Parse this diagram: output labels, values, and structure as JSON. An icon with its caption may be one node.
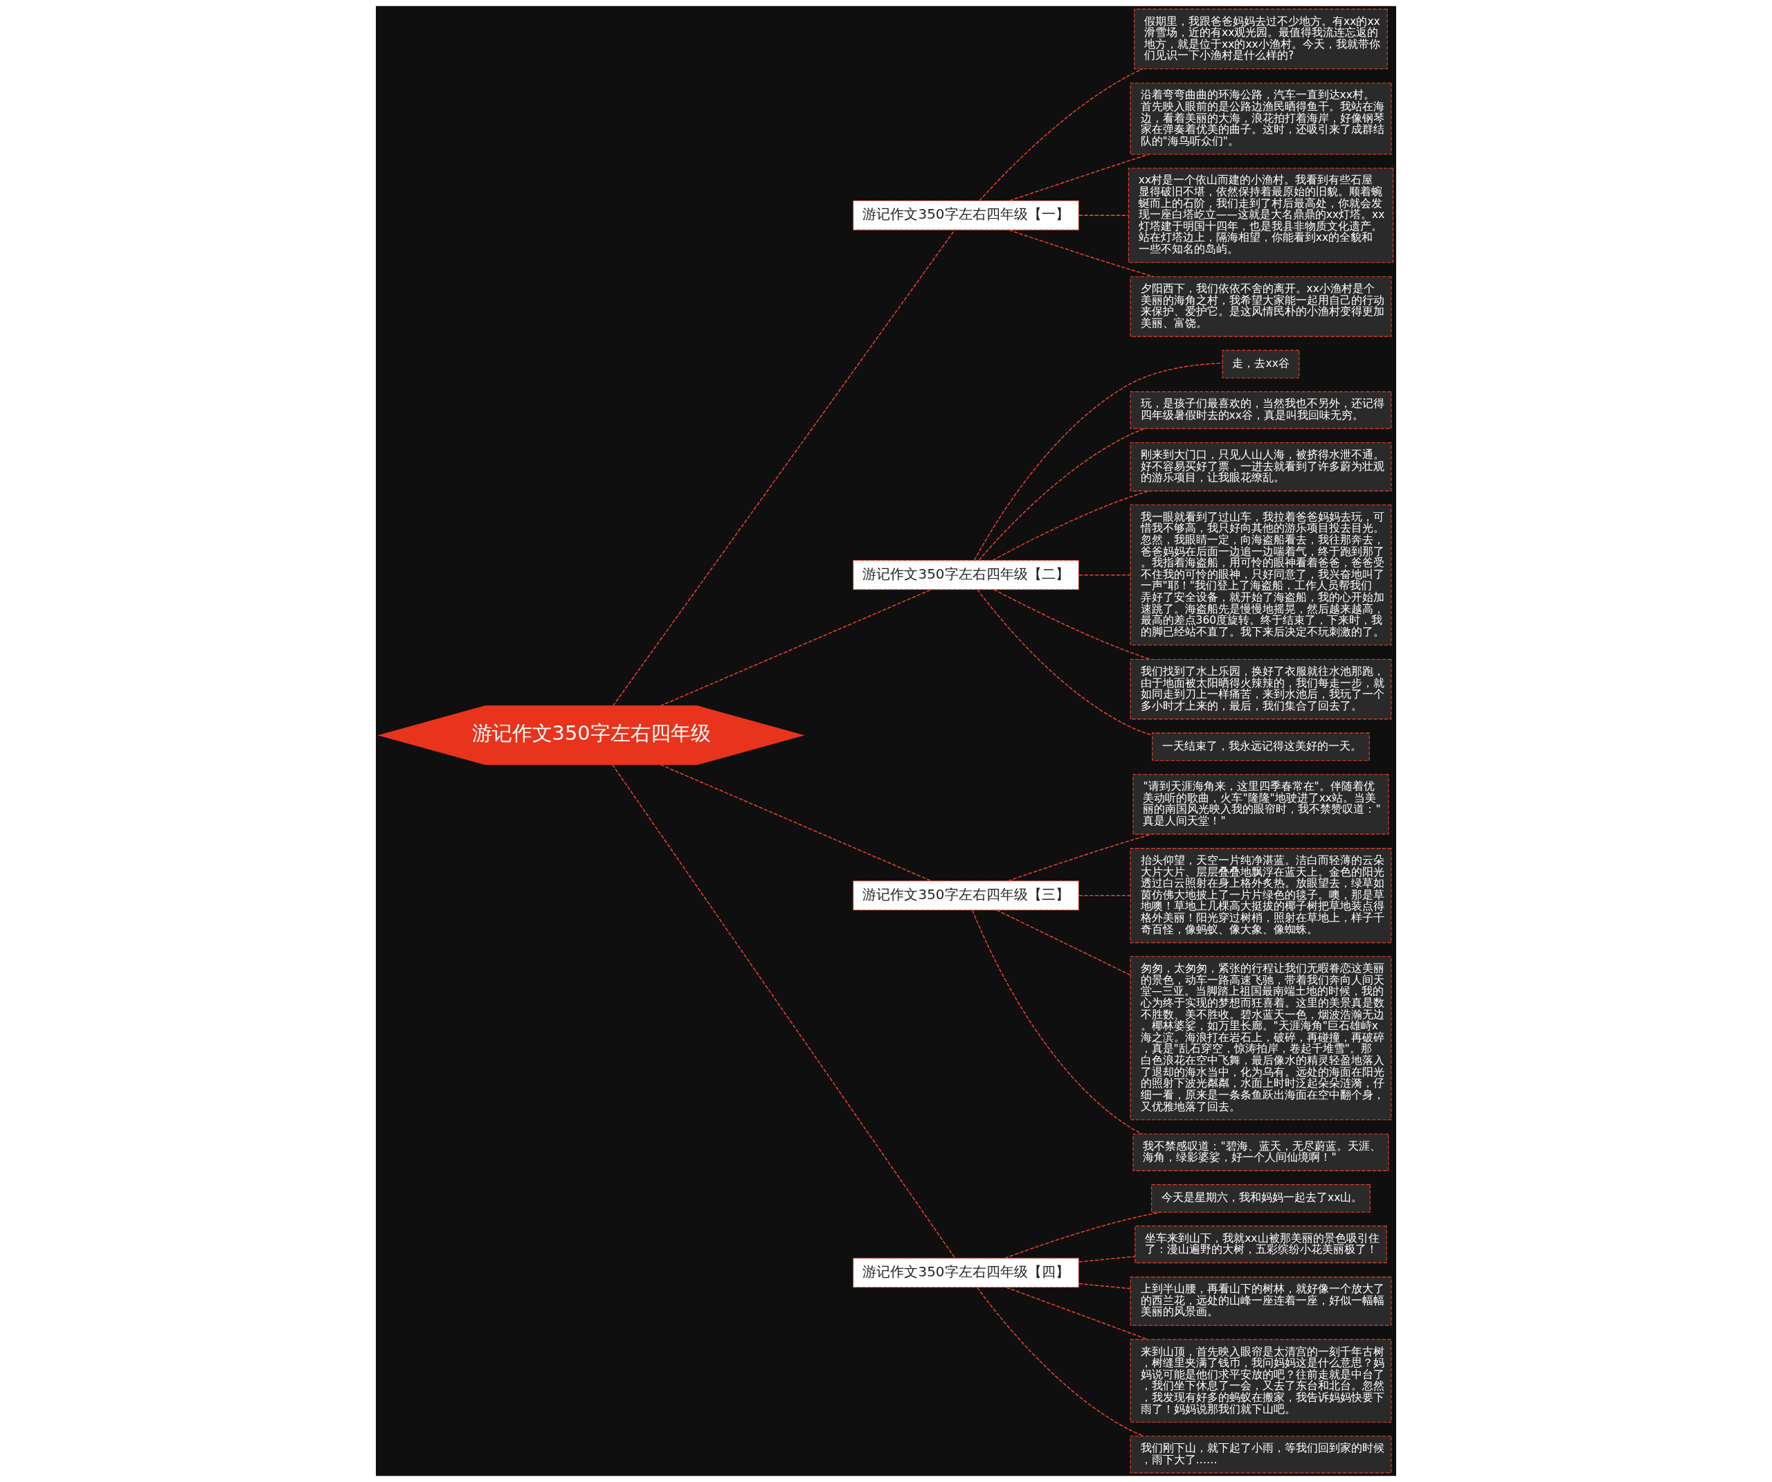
{
  "diagram": {
    "nodes": [
      {
        "text": [
          "游记作文350字左右四年级"
        ]
      },
      {
        "text": [
          "游记作文350字左右四年级【一】"
        ]
      },
      {
        "text": [
          "假期里，我跟爸爸妈妈去过不少地方。有xx的xx滑雪场，近的有xx观光园。最值得我流连忘返的地方，就是位于xx的xx小渔村。今天，我就带你们见识一下小渔村是什么样的?"
        ]
      },
      {
        "text": [
          "沿着弯弯曲曲的环海公路，汽车一直到达xx村。首先映入眼前的是公路边渔民晒得鱼干。我站在海边，看着美丽的大海，浪花拍打着海岸，好像钢琴家在弹奏着优美的曲子。这时，还吸引来了成群结队的\"海鸟听众们\"。"
        ]
      },
      {
        "text": [
          "xx村是一个依山而建的小渔村。我看到有些石屋显得破旧不堪，依然保持着最原始的旧貌。顺着蜿蜒而上的石阶，我们走到了村后最高处，你就会发现一座白塔屹立——这就是大名鼎鼎的xx灯塔。xx灯塔建于明国十四年，也是我县非物质文化遗产。站在灯塔边上，隔海相望，你能看到xx的全貌和一些不知名的岛屿。"
        ]
      },
      {
        "text": [
          "夕阳西下，我们依依不舍的离开。xx小渔村是个美丽的海角之村，我希望大家能一起用自己的行动来保护、爱护它。是这风情民朴的小渔村变得更加美丽、富饶。"
        ]
      },
      {
        "text": [
          "游记作文350字左右四年级【二】"
        ]
      },
      {
        "text": [
          "走，去xx谷"
        ]
      },
      {
        "text": [
          "玩，是孩子们最喜欢的，当然我也不另外，还记得四年级暑假时去的xx谷，真是叫我回味无穷。"
        ]
      },
      {
        "text": [
          "刚来到大门口，只见人山人海，被挤得水泄不通。好不容易买好了票，一进去就看到了许多蔚为壮观的游乐项目，让我眼花缭乱。"
        ]
      },
      {
        "text": [
          "我一眼就看到了过山车，我拉着爸爸妈妈去玩，可惜我不够高，我只好向其他的游乐项目投去目光。忽然，我眼睛一定，向海盗船看去，我往那奔去，爸爸妈妈在后面一边追一边喘着气，终于跑到那了。我指着海盗船，用可怜的眼神看着爸爸，爸爸受不住我的可怜的眼神，只好同意了，我兴奋地叫了一声\"耶！\"我们登上了海盗船，工作人员帮我们弄好了安全设备，就开始了海盗船，我的心开始加速跳了。海盗船先是慢慢地摇晃，然后越来越高，最高的差点360度旋转。终于结束了，下来时，我的脚已经站不直了。我下来后决定不玩刺激的了。"
        ]
      },
      {
        "text": [
          "我们找到了水上乐园，换好了衣服就往水池那跑，由于地面被太阳晒得火辣辣的，我们每走一步，就如同走到刀上一样痛苦，来到水池后，我玩了一个多小时才上来的，最后，我们集合了回去了。"
        ]
      },
      {
        "text": [
          "一天结束了，我永远记得这美好的一天。"
        ]
      },
      {
        "text": [
          "游记作文350字左右四年级【三】"
        ]
      },
      {
        "text": [
          "\"请到天涯海角来，这里四季春常在\"。伴随着优美动听的歌曲，火车\"隆隆\"地驶进了xx站。当美丽的南国风光映入我的眼帘时，我不禁赞叹道：\"真是人间天堂！\""
        ]
      },
      {
        "text": [
          "抬头仰望，天空一片纯净湛蓝。洁白而轻薄的云朵大片大片、层层叠叠地飘浮在蓝天上。金色的阳光透过白云照射在身上格外炙热。放眼望去，绿草如茵仿佛大地披上了一片片绿色的毯子。噢，那是草地噢！草地上几棵高大挺拔的椰子树把草地装点得格外美丽！阳光穿过树梢，照射在草地上，样子千奇百怪，像蚂蚁、像大象、像蜘蛛。"
        ]
      },
      {
        "text": [
          "匆匆，太匆匆，紧张的行程让我们无暇眷恋这美丽的景色，动车一路高速飞驰，带着我们奔向人间天堂—三亚。当脚踏上祖国最南端土地的时候，我的心为终于实现的梦想而狂喜着。这里的美景真是数不胜数、美不胜收。碧水蓝天一色，烟波浩瀚无边。椰林婆娑，如万里长廊。\"天涯海角\"巨石雄峙x海之滨。海浪打在岩石上，破碎，再碰撞，再破碎，真是\"乱石穿空，惊涛拍岸，卷起千堆雪\"。那白色浪花在空中飞舞，最后像水的精灵轻盈地落入了退却的海水当中，化为乌有。远处的海面在阳光的照射下波光粼粼，水面上时时泛起朵朵涟漪，仔细一看，原来是一条条鱼跃出海面在空中翻个身，又优雅地落了回去。"
        ]
      },
      {
        "text": [
          "我不禁感叹道：\"碧海、蓝天，无尽蔚蓝。天涯、海角，绿影婆娑，好一个人间仙境啊！\""
        ]
      },
      {
        "text": [
          "游记作文350字左右四年级【四】"
        ]
      },
      {
        "text": [
          "今天是星期六，我和妈妈一起去了xx山。"
        ]
      },
      {
        "text": [
          "坐车来到山下，我就xx山被那美丽的景色吸引住了：漫山遍野的大树，五彩缤纷小花美丽极了！"
        ]
      },
      {
        "text": [
          "上到半山腰，再看山下的树林，就好像一个放大了的西兰花，远处的山峰一座连着一座，好似一幅幅美丽的风景画。"
        ]
      },
      {
        "text": [
          "来到山顶，首先映入眼帘是太清宫的一刻千年古树，树缝里夹满了钱币，我问妈妈这是什么意思？妈妈说可能是他们求平安放的吧？往前走就是中台了，我们坐下休息了一会，又去了东台和北台。忽然，我发现有好多的蚂蚁在搬家，我告诉妈妈快要下雨了！妈妈说那我们就下山吧。"
        ]
      },
      {
        "text": [
          "我们刚下山，就下起了小雨，等我们回到家的时候，雨下大了……"
        ]
      }
    ],
    "edges": [
      {
        "from": 0,
        "to": 1,
        "arrow": "none"
      },
      {
        "from": 1,
        "to": 2,
        "arrow": "none"
      },
      {
        "from": 1,
        "to": 3,
        "arrow": "none"
      },
      {
        "from": 1,
        "to": 4,
        "arrow": "none"
      },
      {
        "from": 1,
        "to": 5,
        "arrow": "none"
      },
      {
        "from": 0,
        "to": 6,
        "arrow": "none"
      },
      {
        "from": 6,
        "to": 7,
        "arrow": "none"
      },
      {
        "from": 6,
        "to": 8,
        "arrow": "none"
      },
      {
        "from": 6,
        "to": 9,
        "arrow": "none"
      },
      {
        "from": 6,
        "to": 10,
        "arrow": "none"
      },
      {
        "from": 6,
        "to": 11,
        "arrow": "none"
      },
      {
        "from": 6,
        "to": 12,
        "arrow": "none"
      },
      {
        "from": 0,
        "to": 13,
        "arrow": "none"
      },
      {
        "from": 13,
        "to": 14,
        "arrow": "none"
      },
      {
        "from": 13,
        "to": 15,
        "arrow": "none"
      },
      {
        "from": 13,
        "to": 16,
        "arrow": "none"
      },
      {
        "from": 13,
        "to": 17,
        "arrow": "none"
      },
      {
        "from": 0,
        "to": 18,
        "arrow": "none"
      },
      {
        "from": 18,
        "to": 19,
        "arrow": "none"
      },
      {
        "from": 18,
        "to": 20,
        "arrow": "none"
      },
      {
        "from": 18,
        "to": 21,
        "arrow": "none"
      },
      {
        "from": 18,
        "to": 22,
        "arrow": "none"
      },
      {
        "from": 18,
        "to": 23,
        "arrow": "none"
      }
    ]
  }
}
